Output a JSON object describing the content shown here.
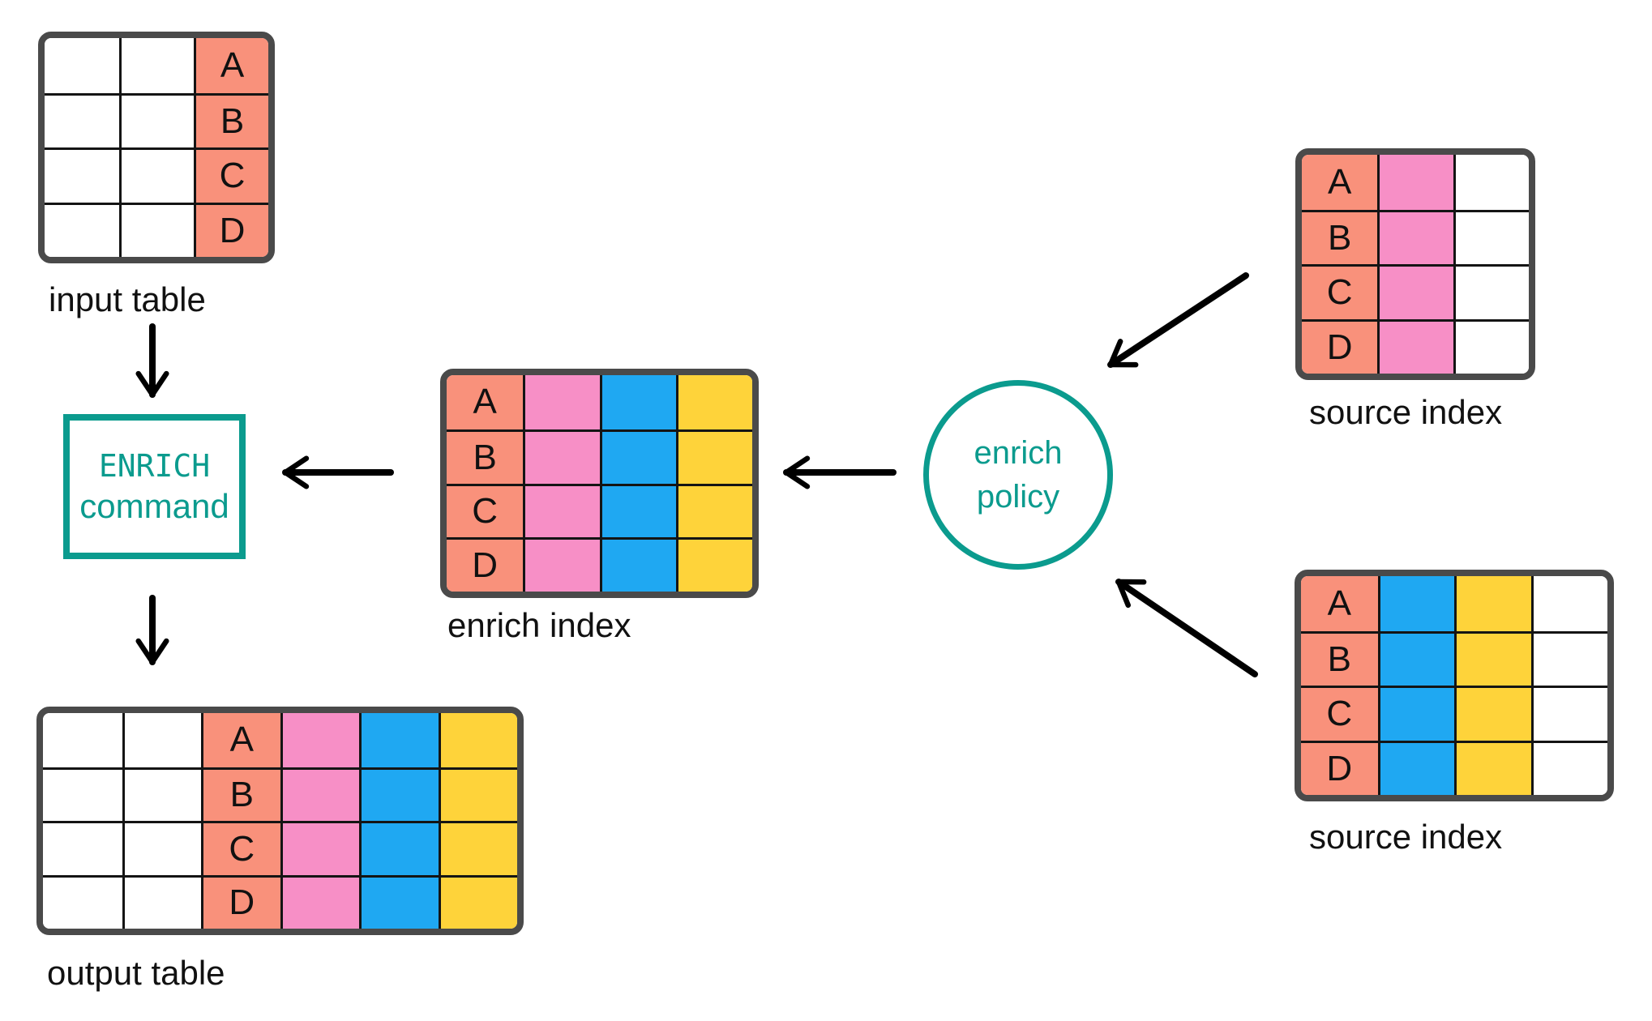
{
  "palette": {
    "salmon": "#f9917b",
    "pink": "#f78fc6",
    "blue": "#1fa8f2",
    "yellow": "#fed33a",
    "white": "#ffffff",
    "teal": "#0b9b8e",
    "table_border": "#4a4a4a",
    "grid_line": "#141414",
    "arrow": "#000000",
    "text": "#111111"
  },
  "row_letters": [
    "A",
    "B",
    "C",
    "D"
  ],
  "nodes": {
    "input_table": {
      "label": "input table",
      "columns": [
        "white",
        "white",
        "salmon"
      ],
      "letter_col": 2
    },
    "enrich_command": {
      "line1": "ENRICH",
      "line2": "command"
    },
    "output_table": {
      "label": "output table",
      "columns": [
        "white",
        "white",
        "salmon",
        "pink",
        "blue",
        "yellow"
      ],
      "letter_col": 2
    },
    "enrich_index": {
      "label": "enrich index",
      "columns": [
        "salmon",
        "pink",
        "blue",
        "yellow"
      ],
      "letter_col": 0
    },
    "enrich_policy": {
      "line1": "enrich",
      "line2": "policy"
    },
    "source_index_top": {
      "label": "source index",
      "columns": [
        "salmon",
        "pink",
        "white"
      ],
      "letter_col": 0
    },
    "source_index_bottom": {
      "label": "source index",
      "columns": [
        "salmon",
        "blue",
        "yellow",
        "white"
      ],
      "letter_col": 0
    }
  }
}
